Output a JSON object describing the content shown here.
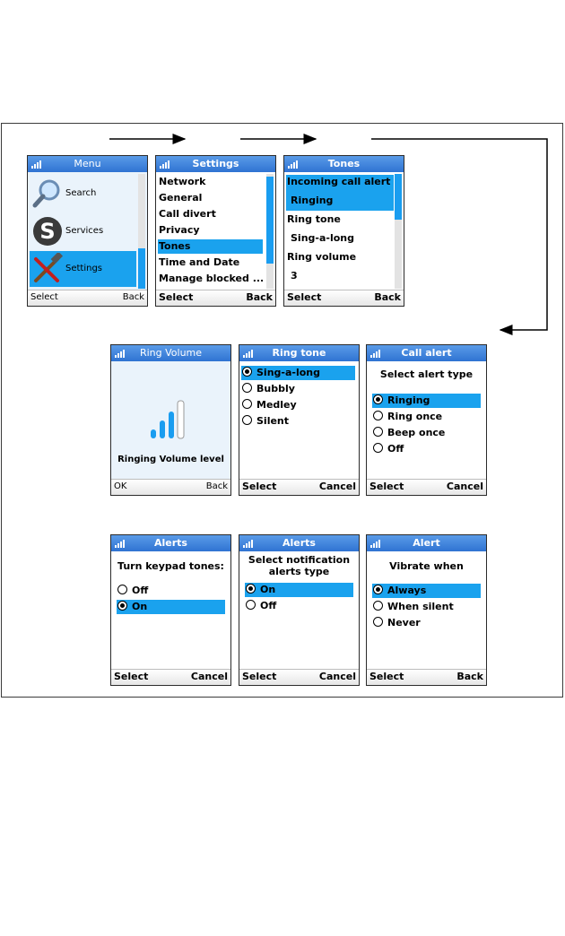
{
  "screens": {
    "menu": {
      "title": "Menu",
      "items": [
        "Search",
        "Services",
        "Settings"
      ],
      "left": "Select",
      "right": "Back",
      "icons": [
        "search-icon",
        "skype-icon",
        "tools-icon"
      ]
    },
    "settings": {
      "title": "Settings",
      "items": [
        "Network",
        "General",
        "Call divert",
        "Privacy",
        "Tones",
        "Time and Date",
        "Manage blocked ..."
      ],
      "left": "Select",
      "right": "Back"
    },
    "tones": {
      "title": "Tones",
      "items": [
        "Incoming call alert",
        "Ringing",
        "Ring tone",
        "Sing-a-long",
        "Ring volume",
        "3"
      ],
      "left": "Select",
      "right": "Back"
    },
    "ring_volume": {
      "title": "Ring Volume",
      "caption": "Ringing Volume level",
      "left": "OK",
      "right": "Back",
      "level": 3
    },
    "ring_tone": {
      "title": "Ring tone",
      "options": [
        "Sing-a-long",
        "Bubbly",
        "Medley",
        "Silent"
      ],
      "left": "Select",
      "right": "Cancel"
    },
    "call_alert": {
      "title": "Call alert",
      "prompt": "Select alert type",
      "options": [
        "Ringing",
        "Ring once",
        "Beep once",
        "Off"
      ],
      "left": "Select",
      "right": "Cancel"
    },
    "alerts_keypad": {
      "title": "Alerts",
      "prompt": "Turn keypad tones:",
      "options": [
        "Off",
        "On"
      ],
      "left": "Select",
      "right": "Cancel"
    },
    "alerts_notify": {
      "title": "Alerts",
      "prompt1": "Select notification",
      "prompt2": "alerts type",
      "options": [
        "On",
        "Off"
      ],
      "left": "Select",
      "right": "Cancel"
    },
    "alert_vibrate": {
      "title": "Alert",
      "prompt": "Vibrate when",
      "options": [
        "Always",
        "When silent",
        "Never"
      ],
      "left": "Select",
      "right": "Back"
    }
  },
  "colors": {
    "title_bar": "#2f73d2",
    "highlight": "#1aa2ee"
  }
}
